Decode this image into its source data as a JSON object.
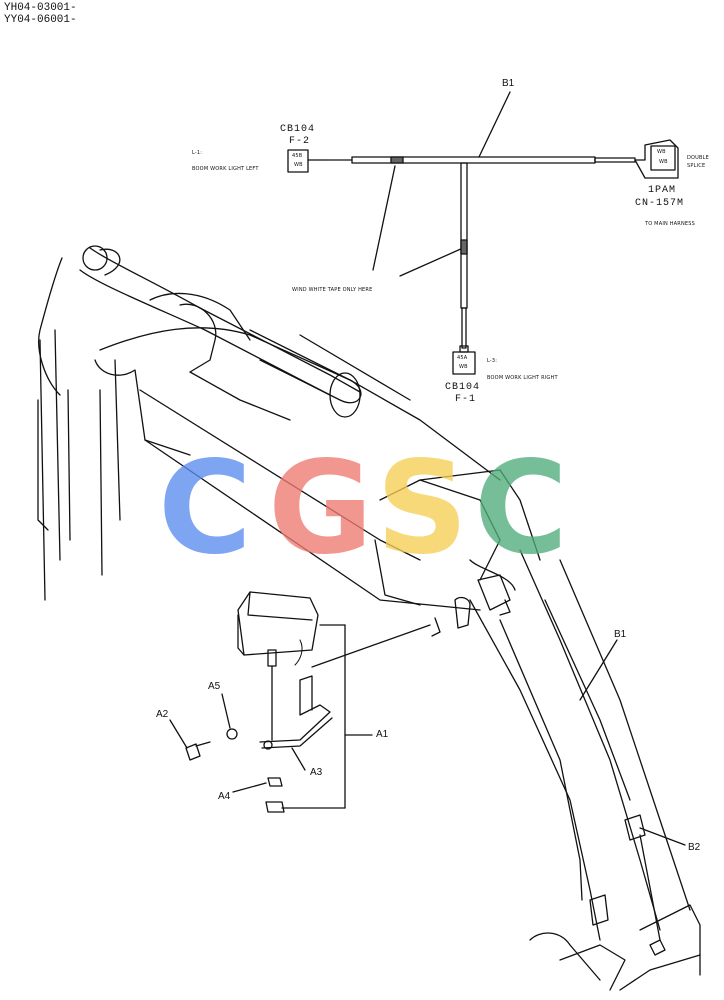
{
  "serials": [
    "YH04-03001-",
    "YY04-06001-"
  ],
  "harness": {
    "b1_label": "B1",
    "cb104_top": {
      "code": "CB104",
      "fuse": "F-2",
      "box_line1": "45B",
      "box_line2": "WB"
    },
    "cb104_bottom": {
      "code": "CB104",
      "fuse": "F-1",
      "box_line1": "45A",
      "box_line2": "WB"
    },
    "l1_label": "L-1:",
    "l1_desc": "BOOM WORK LIGHT LEFT",
    "l3_label": "L-3:",
    "l3_desc": "BOOM WORK LIGHT RIGHT",
    "tape_note": "WIND WHITE TAPE ONLY HERE",
    "splice_line1": "DOUBLE",
    "splice_line2": "SPLICE",
    "connector_code": "1PAM",
    "connector_id": "CN-157M",
    "connector_box1": "WB",
    "connector_box2": "WB",
    "to_main": "TO MAIN HARNESS"
  },
  "parts": {
    "a1": "A1",
    "a2": "A2",
    "a3": "A3",
    "a4": "A4",
    "a5": "A5",
    "b1": "B1",
    "b2": "B2"
  },
  "watermark": {
    "letters": [
      "C",
      "G",
      "S",
      "C"
    ],
    "colors": [
      "#5b8def",
      "#ef7b72",
      "#f6cf55",
      "#4fac7a"
    ]
  }
}
